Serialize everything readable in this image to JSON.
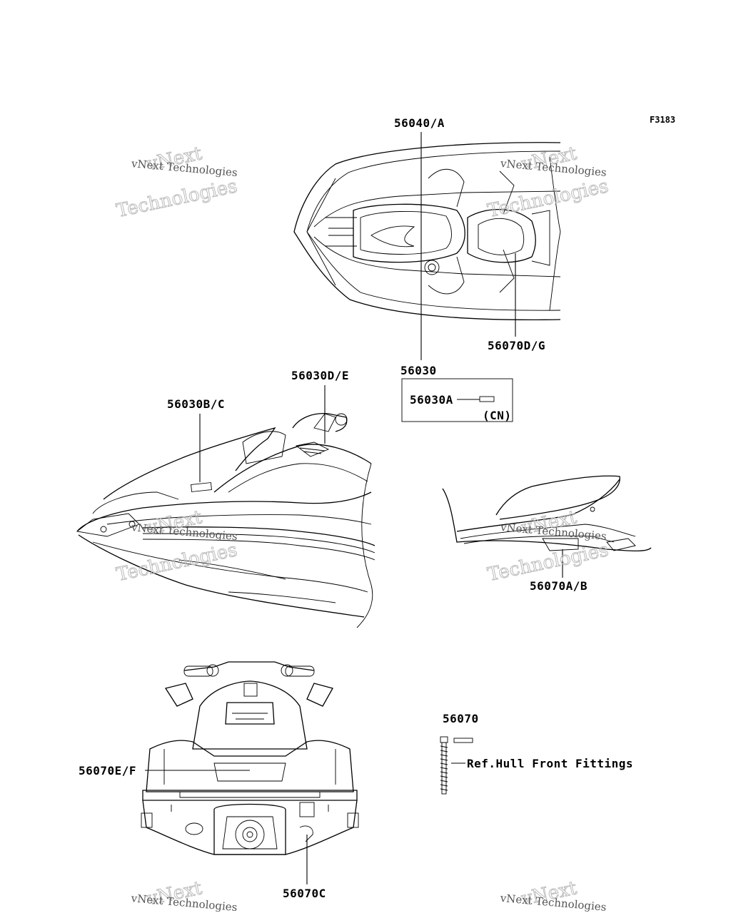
{
  "figure_code": "F3183",
  "callouts": {
    "top_decal": "56040/A",
    "handle_decal": "56070D/G",
    "main_part": "56030",
    "inset_part": "56030A",
    "inset_region": "(CN)",
    "nose_top": "56030D/E",
    "side_left": "56030B/C",
    "side_rear": "56070A/B",
    "rear_left": "56070E/F",
    "rear_bottom": "56070C",
    "ref_part": "56070",
    "ref_text": "Ref.Hull Front Fittings"
  },
  "watermark": {
    "line1": "vNext",
    "line2": "Technologies",
    "small": "vNext Technologies"
  }
}
